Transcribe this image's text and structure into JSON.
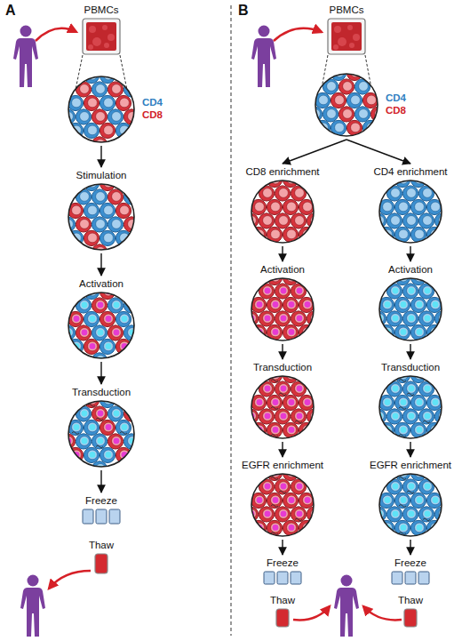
{
  "diagram": {
    "nodes": [
      {
        "text": [
          "PBMCs"
        ]
      },
      {
        "text": [
          "CD4",
          "CD8"
        ]
      },
      {
        "text": [
          "Stimulation"
        ]
      },
      {
        "text": [
          "Activation"
        ]
      },
      {
        "text": [
          "Transduction"
        ]
      },
      {
        "text": [
          "Freeze"
        ]
      },
      {
        "text": [
          "Thaw"
        ]
      },
      {
        "text": [
          "PBMCs"
        ]
      },
      {
        "text": [
          "CD4",
          "CD8"
        ]
      },
      {
        "text": [
          "CD8 enrichment"
        ]
      },
      {
        "text": [
          "CD4 enrichment"
        ]
      },
      {
        "text": [
          "Activation"
        ]
      },
      {
        "text": [
          "Activation"
        ]
      },
      {
        "text": [
          "Transduction"
        ]
      },
      {
        "text": [
          "Transduction"
        ]
      },
      {
        "text": [
          "EGFR enrichment"
        ]
      },
      {
        "text": [
          "EGFR enrichment"
        ]
      },
      {
        "text": [
          "Freeze"
        ]
      },
      {
        "text": [
          "Freeze"
        ]
      },
      {
        "text": [
          "Thaw"
        ]
      },
      {
        "text": [
          "Thaw"
        ]
      }
    ],
    "edges": [
      {
        "from": 0,
        "to": 1,
        "arrow": "none"
      },
      {
        "from": 1,
        "to": 2,
        "arrow": "to"
      },
      {
        "from": 2,
        "to": 3,
        "arrow": "to"
      },
      {
        "from": 3,
        "to": 4,
        "arrow": "to"
      },
      {
        "from": 4,
        "to": 5,
        "arrow": "to"
      },
      {
        "from": 7,
        "to": 8,
        "arrow": "none"
      },
      {
        "from": 8,
        "to": 9,
        "arrow": "to"
      },
      {
        "from": 8,
        "to": 10,
        "arrow": "to"
      },
      {
        "from": 9,
        "to": 11,
        "arrow": "to"
      },
      {
        "from": 10,
        "to": 12,
        "arrow": "to"
      },
      {
        "from": 11,
        "to": 13,
        "arrow": "to"
      },
      {
        "from": 12,
        "to": 14,
        "arrow": "to"
      },
      {
        "from": 13,
        "to": 15,
        "arrow": "to"
      },
      {
        "from": 14,
        "to": 16,
        "arrow": "to"
      },
      {
        "from": 15,
        "to": 17,
        "arrow": "to"
      },
      {
        "from": 16,
        "to": 18,
        "arrow": "to"
      }
    ],
    "labels": [
      "A",
      "B"
    ]
  }
}
